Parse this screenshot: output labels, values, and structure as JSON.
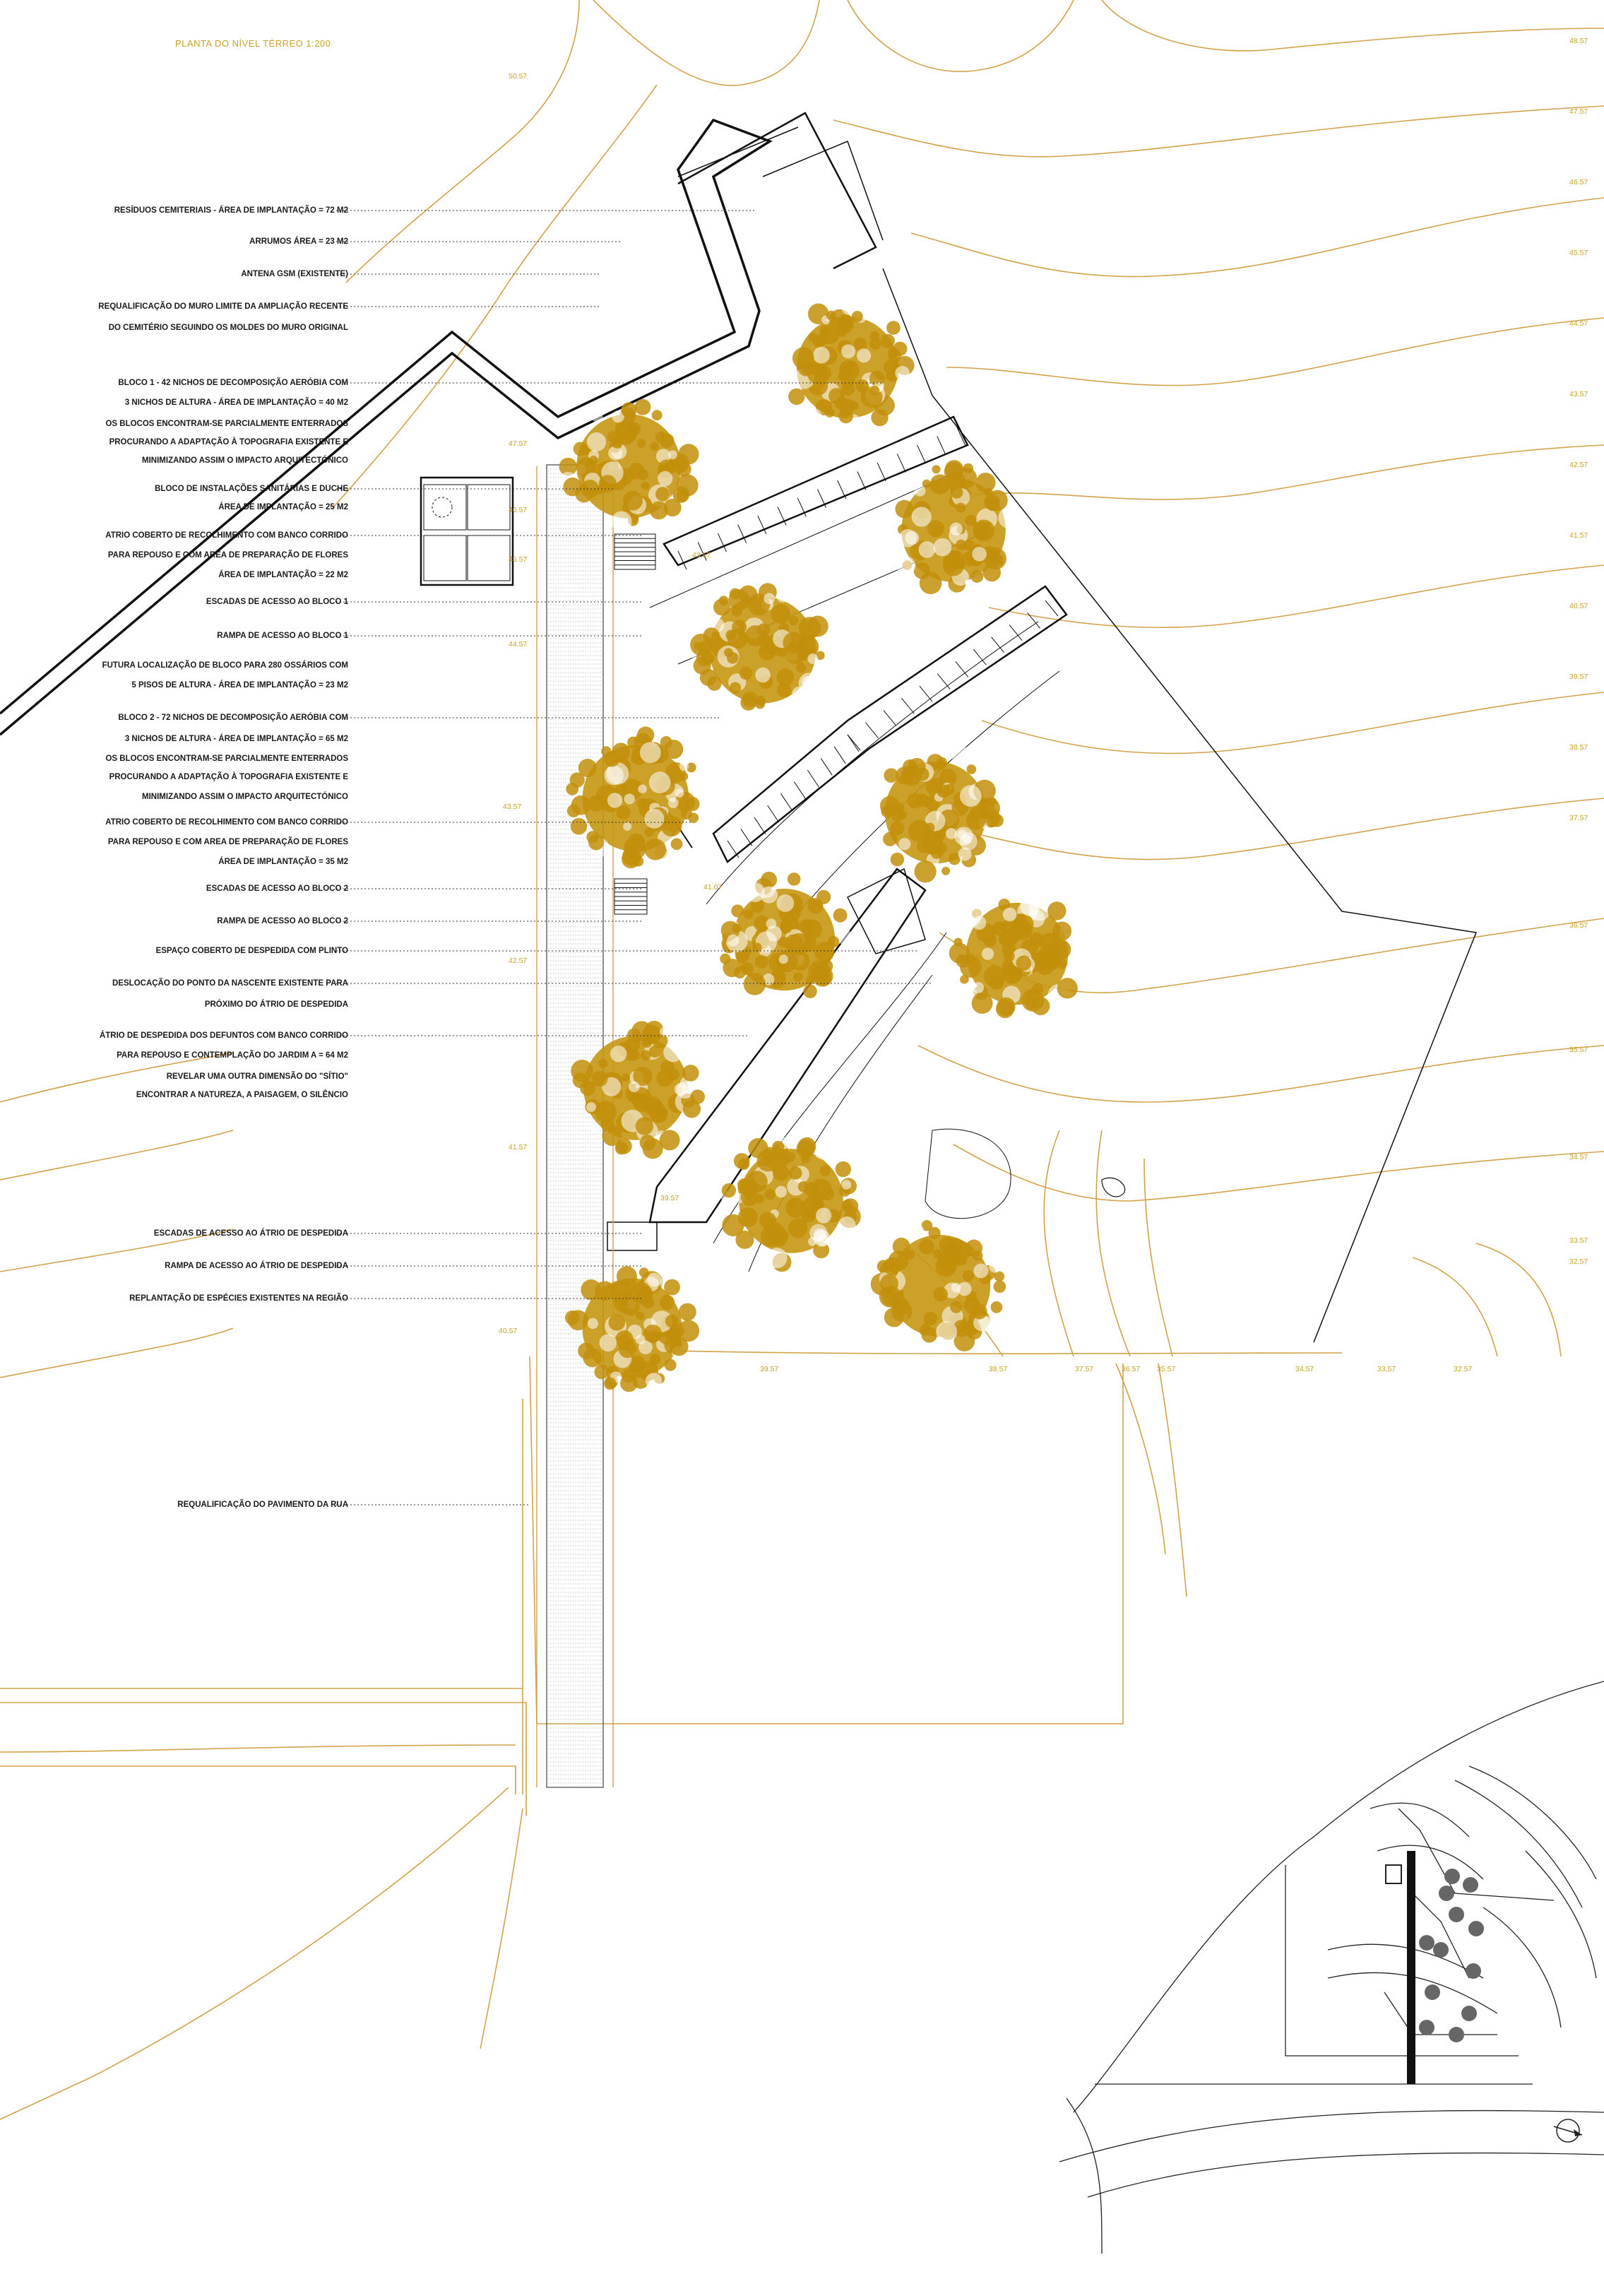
{
  "title": "PLANTA DO NÍVEL TÉRREO 1:200",
  "colors": {
    "contour": "#d1a24a",
    "tree": "#c79712",
    "ink": "#111111",
    "elevation_text": "#c9a227"
  },
  "annotations": [
    "RESÍDUOS CEMITERIAIS - ÁREA DE IMPLANTAÇÃO = 72 M2",
    "ARRUMOS ÁREA = 23 M2",
    "ANTENA GSM (EXISTENTE)",
    "REQUALIFICAÇÃO DO MURO LIMITE DA AMPLIAÇÃO RECENTE",
    "DO CEMITÉRIO SEGUINDO OS MOLDES DO MURO ORIGINAL",
    "BLOCO 1 - 42 NICHOS DE DECOMPOSIÇÃO AERÓBIA COM",
    "3 NICHOS DE ALTURA - ÁREA DE IMPLANTAÇÃO = 40 M2",
    "OS BLOCOS ENCONTRAM-SE PARCIALMENTE ENTERRADOS",
    "PROCURANDO A ADAPTAÇÃO À TOPOGRAFIA EXISTENTE E",
    "MINIMIZANDO ASSIM O IMPACTO ARQUITECTÓNICO",
    "BLOCO DE INSTALAÇÕES SANITÁRIAS E DUCHE",
    "ÁREA DE IMPLANTAÇÃO = 25 M2",
    "ATRIO COBERTO DE RECOLHIMENTO COM BANCO CORRIDO",
    "PARA REPOUSO E COM AREA DE PREPARAÇÃO DE FLORES",
    "ÁREA DE IMPLANTAÇÃO = 22 M2",
    "ESCADAS DE ACESSO AO BLOCO 1",
    "RAMPA DE ACESSO AO BLOCO 1",
    "FUTURA LOCALIZAÇÃO DE BLOCO PARA 280 OSSÁRIOS COM",
    "5 PISOS DE ALTURA - ÁREA DE IMPLANTAÇÃO = 23 M2",
    "BLOCO 2 - 72 NICHOS DE DECOMPOSIÇÃO AERÓBIA COM",
    "3 NICHOS DE ALTURA - ÁREA DE IMPLANTAÇÃO = 65 M2",
    "OS BLOCOS ENCONTRAM-SE PARCIALMENTE ENTERRADOS",
    "PROCURANDO A ADAPTAÇÃO À TOPOGRAFIA EXISTENTE E",
    "MINIMIZANDO ASSIM O IMPACTO ARQUITECTÓNICO",
    "ATRIO COBERTO DE RECOLHIMENTO COM BANCO CORRIDO",
    "PARA REPOUSO E COM AREA DE PREPARAÇÃO DE FLORES",
    "ÁREA DE IMPLANTAÇÃO = 35 M2",
    "ESCADAS DE ACESSO AO BLOCO 2",
    "RAMPA DE ACESSO AO BLOCO 2",
    "ESPAÇO COBERTO DE DESPEDIDA COM PLINTO",
    "DESLOCAÇÃO DO PONTO DA NASCENTE EXISTENTE PARA",
    "PRÓXIMO DO ÁTRIO DE DESPEDIDA",
    "ÁTRIO DE DESPEDIDA DOS DEFUNTOS COM BANCO CORRIDO",
    "PARA REPOUSO E CONTEMPLAÇÃO DO JARDIM A = 64 M2",
    "REVELAR UMA OUTRA DIMENSÃO DO \"SÍTIO\"",
    "ENCONTRAR A NATUREZA, A PAISAGEM, O SILÊNCIO",
    "ESCADAS DE ACESSO AO ÁTRIO DE DESPEDIDA",
    "RAMPA DE ACESSO AO ÁTRIO DE DESPEDIDA",
    "REPLANTAÇÃO DE ESPÉCIES EXISTENTES NA REGIÃO",
    "REQUALIFICAÇÃO DO PAVIMENTO DA RUA"
  ],
  "elevations_right": [
    "48.57",
    "47.57",
    "46.57",
    "45.57",
    "44.57",
    "43.57",
    "42.57",
    "41.57",
    "40.57",
    "39.57",
    "38.57",
    "37.57",
    "36.57",
    "35.57",
    "34.57",
    "33.57",
    "32.57"
  ],
  "elevations_bottom": [
    "39.57",
    "38.57",
    "37.57",
    "36.57",
    "35.57",
    "34.57",
    "33.57",
    "32.57"
  ],
  "elevations_site": [
    "50.57",
    "47.57",
    "46.57",
    "45.57",
    "44.57",
    "43.57",
    "43.57",
    "42.57",
    "41.57",
    "41.07",
    "40.57",
    "39.57"
  ]
}
